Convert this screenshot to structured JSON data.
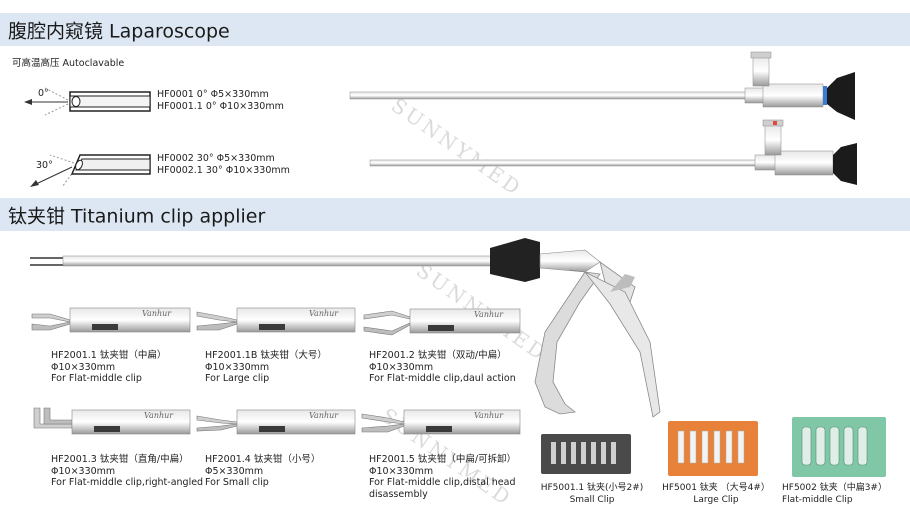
{
  "sections": {
    "laparoscope": {
      "title": "腹腔内窥镜 Laparoscope"
    },
    "clip_applier": {
      "title": "钛夹钳 Titanium clip  applier"
    }
  },
  "laparoscope": {
    "note": "可高温高压 Autoclavable",
    "angle0": "0°",
    "angle30": "30°",
    "scope0": [
      "HF0001     0°   Φ5×330mm",
      "HF0001.1  0°  Φ10×330mm"
    ],
    "scope30": [
      "HF0002     30°  Φ5×330mm",
      "HF0002.1  30°  Φ10×330mm"
    ]
  },
  "watermark": "SUNNYMED",
  "tip_brand": "Vanhur",
  "tips": [
    {
      "code": "HF2001.1 钛夹钳（中扁）",
      "size": "Φ10×330mm",
      "use": "For Flat-middle clip"
    },
    {
      "code": "HF2001.1B 钛夹钳（大号）",
      "size": "Φ10×330mm",
      "use": "For Large clip"
    },
    {
      "code": "HF2001.2 钛夹钳（双动/中扁）",
      "size": "Φ10×330mm",
      "use": "For Flat-middle clip,daul action"
    },
    {
      "code": "HF2001.3 钛夹钳（直角/中扁）",
      "size": "Φ10×330mm",
      "use": "For Flat-middle clip,right-angled"
    },
    {
      "code": "HF2001.4 钛夹钳（小号）",
      "size": "Φ5×330mm",
      "use": "For Small clip"
    },
    {
      "code": "HF2001.5 钛夹钳（中扁/可拆卸）",
      "size": "Φ10×330mm",
      "use": "For Flat-middle clip,distal head",
      "use2": "disassembly"
    }
  ],
  "clips": [
    {
      "code": "HF5001.1 钛夹(小号2#)",
      "name": "Small Clip",
      "color": "#4a4a4a"
    },
    {
      "code": "HF5001 钛夹  （大号4#）",
      "name": "Large Clip",
      "color": "#e8823a"
    },
    {
      "code": "HF5002 钛夹（中扁3#）",
      "name": "Flat-middle Clip",
      "color": "#7fc7a6"
    }
  ]
}
